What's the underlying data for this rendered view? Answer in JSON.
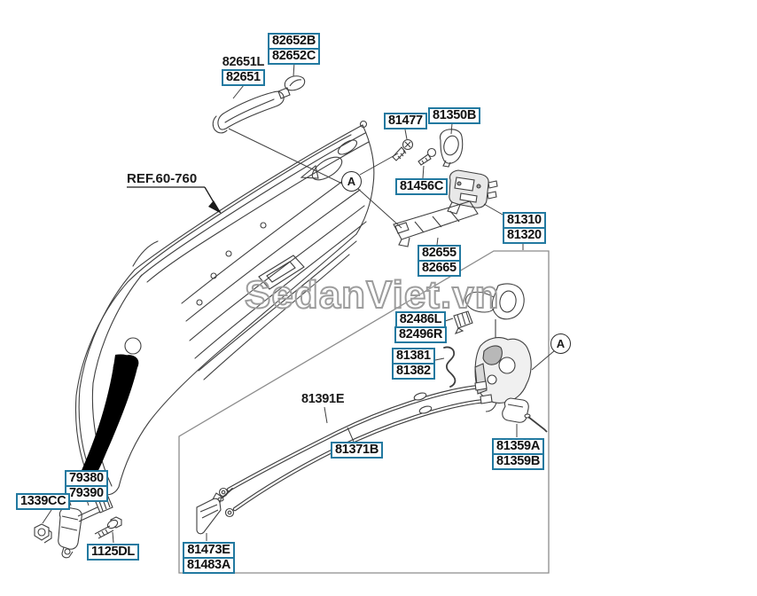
{
  "watermark": "SedanViet.vn",
  "ref_label": "REF.60-760",
  "callout_letter": "A",
  "labels": {
    "cap": [
      "82652B",
      "82652C"
    ],
    "handle_plain": "82651L",
    "handle": "82651",
    "screw_upper": "81477",
    "pad": "81350B",
    "screw_lower": "81456C",
    "bracket": [
      "82655",
      "82665"
    ],
    "latch": [
      "81310",
      "81320"
    ],
    "clip": [
      "82486L",
      "82496R"
    ],
    "rod": [
      "81381",
      "81382"
    ],
    "cables_plain": "81391E",
    "cable_lower": "81371B",
    "actuator": [
      "81359A",
      "81359B"
    ],
    "cable_end": [
      "81473E",
      "81483A"
    ],
    "door_checker": [
      "79380",
      "79390"
    ],
    "nut": "1339CC",
    "bolt": "1125DL"
  },
  "colors": {
    "label_border": "#2279a0",
    "line_color": "#3f3f3f",
    "watermark": "#9d9d9d"
  }
}
